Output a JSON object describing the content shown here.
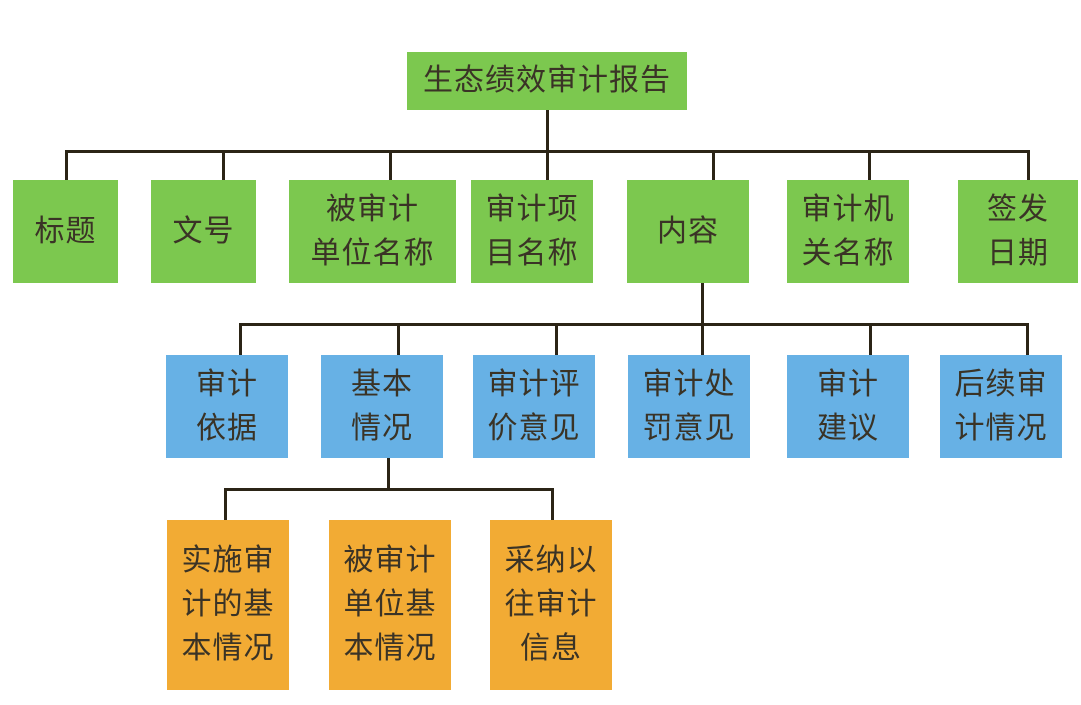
{
  "colors": {
    "green": "#7cc84f",
    "blue": "#67b1e5",
    "orange": "#f2ab34",
    "connector": "#2b2416",
    "text": "#3a3326"
  },
  "root": {
    "label": "生态绩效审计报告"
  },
  "sections": [
    {
      "label": "标题"
    },
    {
      "label": "文号"
    },
    {
      "label": "被审计\n单位名称"
    },
    {
      "label": "审计项\n目名称"
    },
    {
      "label": "内容"
    },
    {
      "label": "审计机\n关名称"
    },
    {
      "label": "签发\n日期"
    }
  ],
  "content_items": [
    {
      "label": "审计\n依据"
    },
    {
      "label": "基本\n情况"
    },
    {
      "label": "审计评\n价意见"
    },
    {
      "label": "审计处\n罚意见"
    },
    {
      "label": "审计\n建议"
    },
    {
      "label": "后续审\n计情况"
    }
  ],
  "basic_items": [
    {
      "label": "实施审\n计的基\n本情况"
    },
    {
      "label": "被审计\n单位基\n本情况"
    },
    {
      "label": "采纳以\n往审计\n信息"
    }
  ]
}
